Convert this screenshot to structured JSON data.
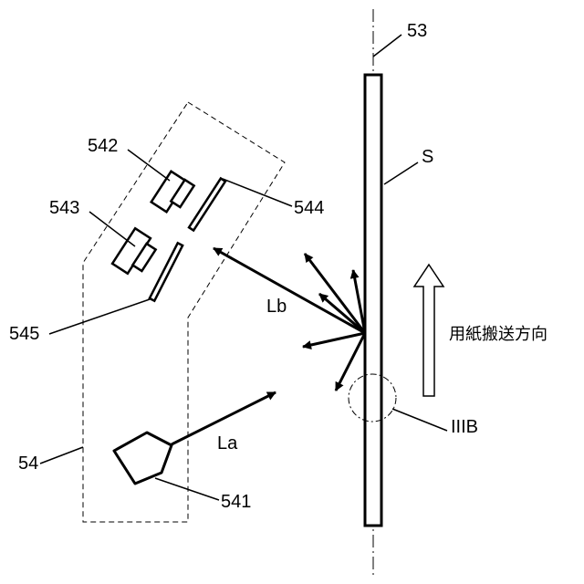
{
  "labels": {
    "axis": "53",
    "sheet": "S",
    "part_542": "542",
    "part_543": "543",
    "part_544": "544",
    "part_545": "545",
    "unit": "54",
    "light_source": "541",
    "light_a": "La",
    "light_b": "Lb",
    "detail": "IIIB",
    "direction": "用紙搬送方向"
  }
}
